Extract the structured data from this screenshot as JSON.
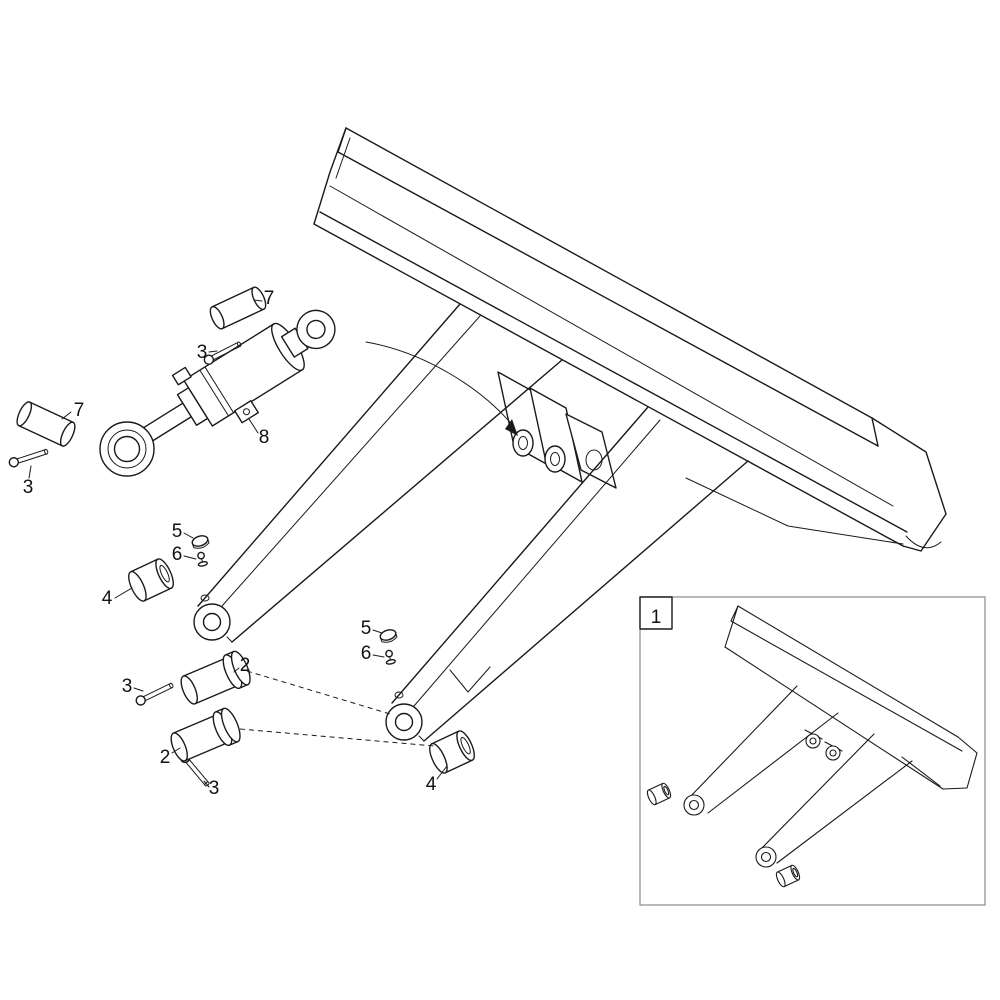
{
  "diagram": {
    "type": "exploded-parts-diagram",
    "background": "#ffffff",
    "line_color": "#1a1a1a",
    "callouts": {
      "pin_head_end": "7",
      "cotter_head_end": "3",
      "pin_rod_end": "7",
      "cotter_rod_end": "3",
      "valve_block": "8",
      "nut_upper_arm": "5",
      "fitting_upper_arm": "6",
      "bushing_upper_arm": "4",
      "pivot_pin_a": "2",
      "cotter_pivot_a": "3",
      "pivot_pin_b": "2",
      "cotter_pivot_b": "3",
      "nut_lower_arm": "5",
      "fitting_lower_arm": "6",
      "bushing_lower_arm": "4"
    },
    "inset": {
      "label": "1"
    }
  }
}
